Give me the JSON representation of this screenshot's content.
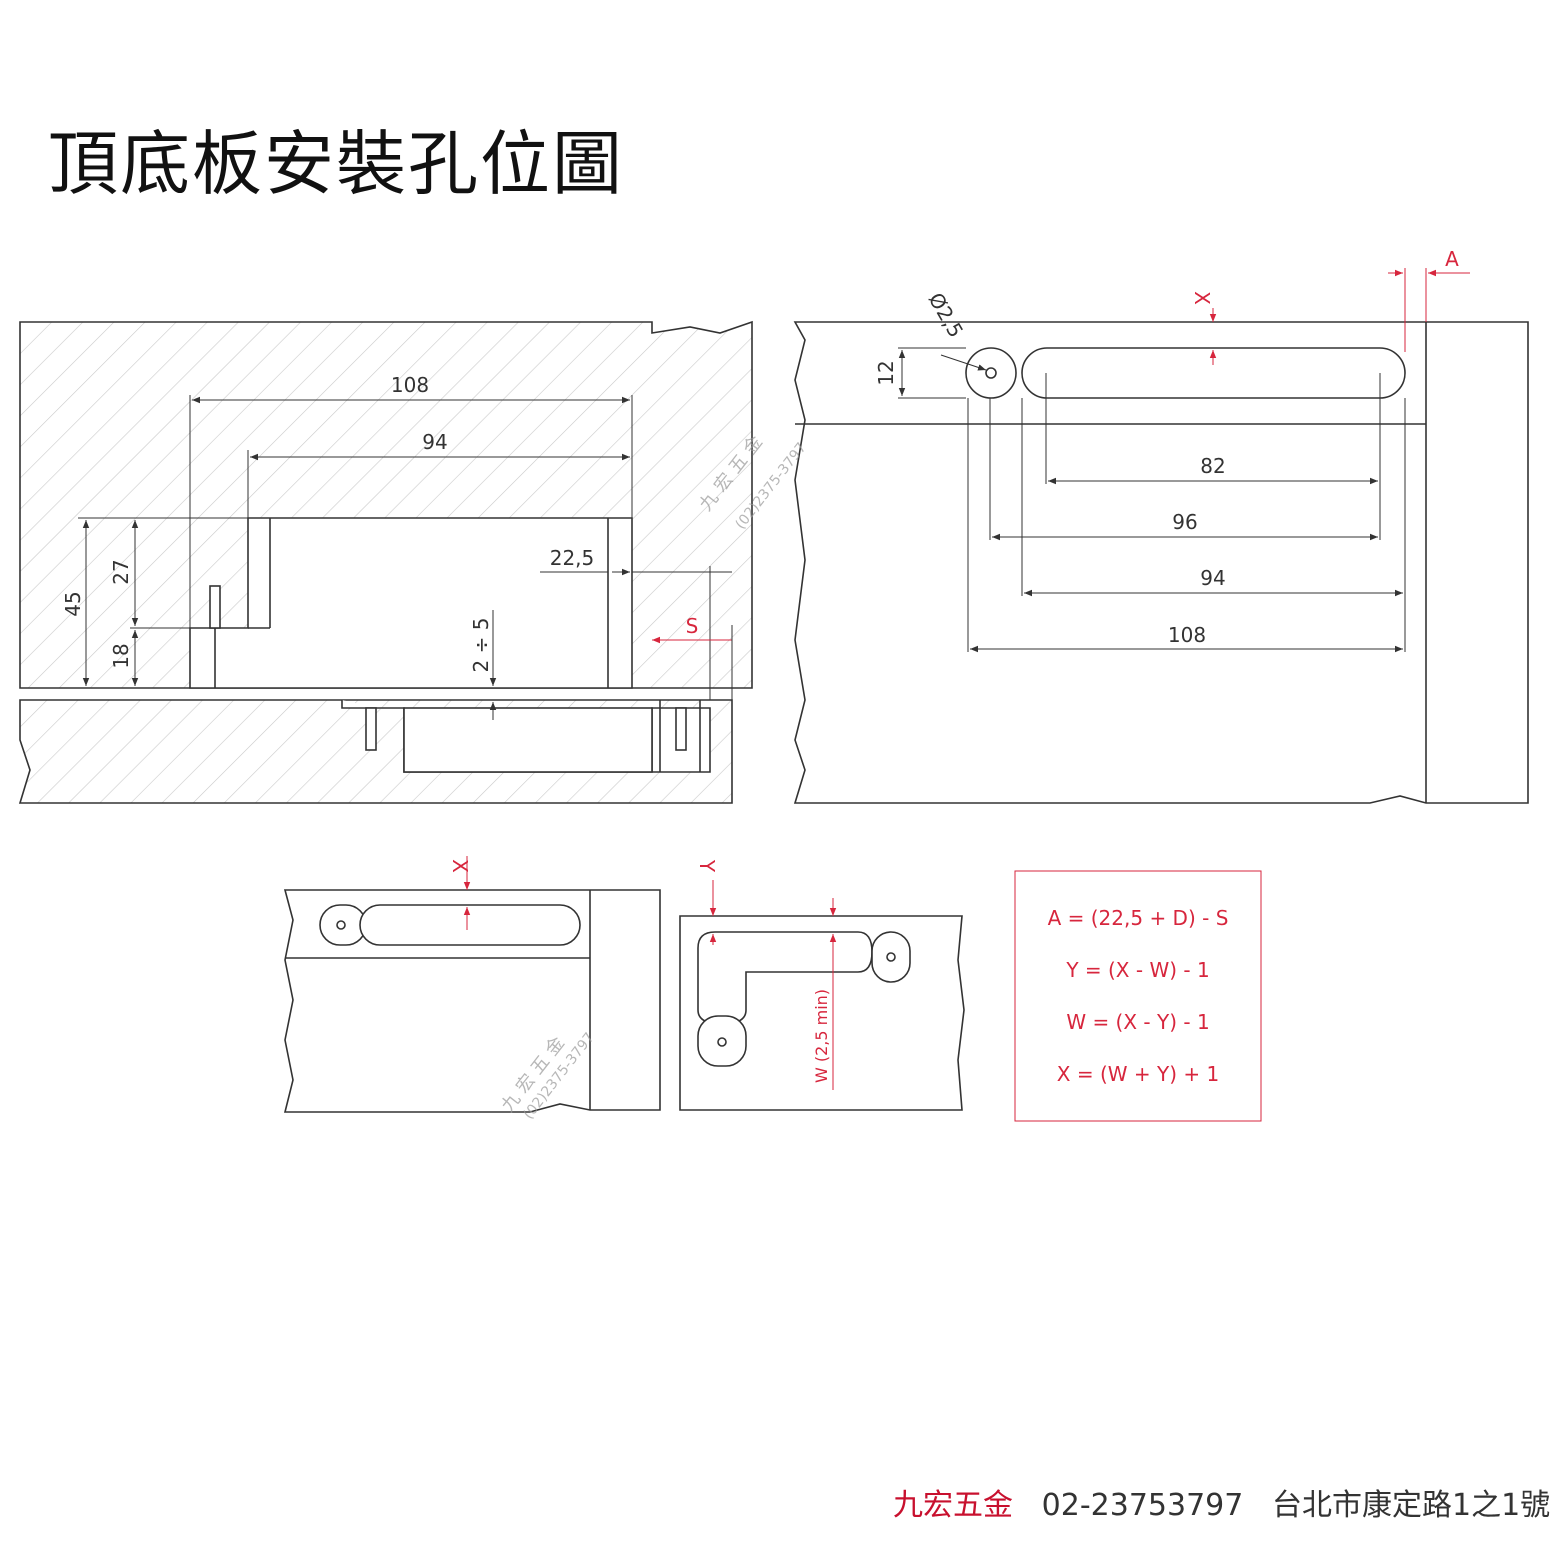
{
  "title": "頂底板安裝孔位圖",
  "section_view": {
    "dim_108": "108",
    "dim_94": "94",
    "dim_45": "45",
    "dim_27": "27",
    "dim_18": "18",
    "dim_22_5": "22,5",
    "dim_2_5": "2 ÷ 5",
    "dim_S": "S"
  },
  "plan_view": {
    "dim_diameter": "Ø2,5",
    "dim_12": "12",
    "dim_X": "X",
    "dim_A": "A",
    "dim_82": "82",
    "dim_96": "96",
    "dim_94": "94",
    "dim_108": "108"
  },
  "detail_left": {
    "dim_X": "X"
  },
  "detail_right": {
    "dim_Y": "Y",
    "dim_W": "W (2,5 min)"
  },
  "formulas": [
    "A = (22,5 + D) - S",
    "Y = (X - W) - 1",
    "W = (X - Y) - 1",
    "X = (W + Y) + 1"
  ],
  "watermark": {
    "name": "九 宏 五 金",
    "phone": "(02)2375-3797"
  },
  "footer": {
    "brand": "九宏五金",
    "phone": "02-23753797",
    "address": "台北市康定路1之1號"
  },
  "colors": {
    "dimension_red": "#d7263d",
    "brand_red": "#c8102e",
    "line": "#333333"
  }
}
